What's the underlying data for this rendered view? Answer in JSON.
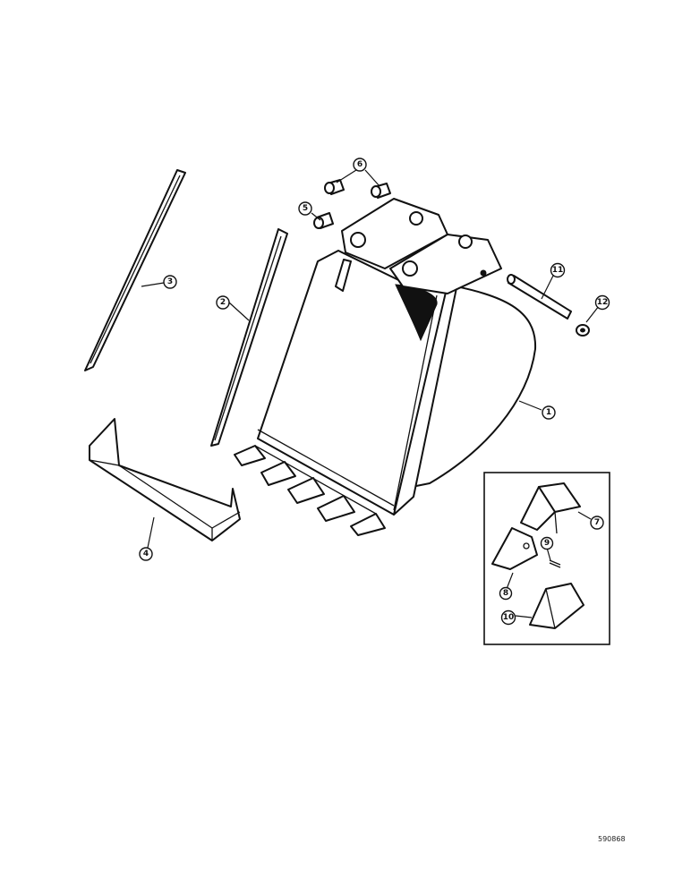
{
  "callouts": [
    {
      "id": "1",
      "label": "1"
    },
    {
      "id": "2",
      "label": "2"
    },
    {
      "id": "3",
      "label": "3"
    },
    {
      "id": "4",
      "label": "4"
    },
    {
      "id": "5",
      "label": "5"
    },
    {
      "id": "6",
      "label": "6"
    },
    {
      "id": "7",
      "label": "7"
    },
    {
      "id": "8",
      "label": "8"
    },
    {
      "id": "9",
      "label": "9"
    },
    {
      "id": "10",
      "label": "10"
    },
    {
      "id": "11",
      "label": "11"
    },
    {
      "id": "12",
      "label": "12"
    }
  ],
  "drawing_code": "590868"
}
